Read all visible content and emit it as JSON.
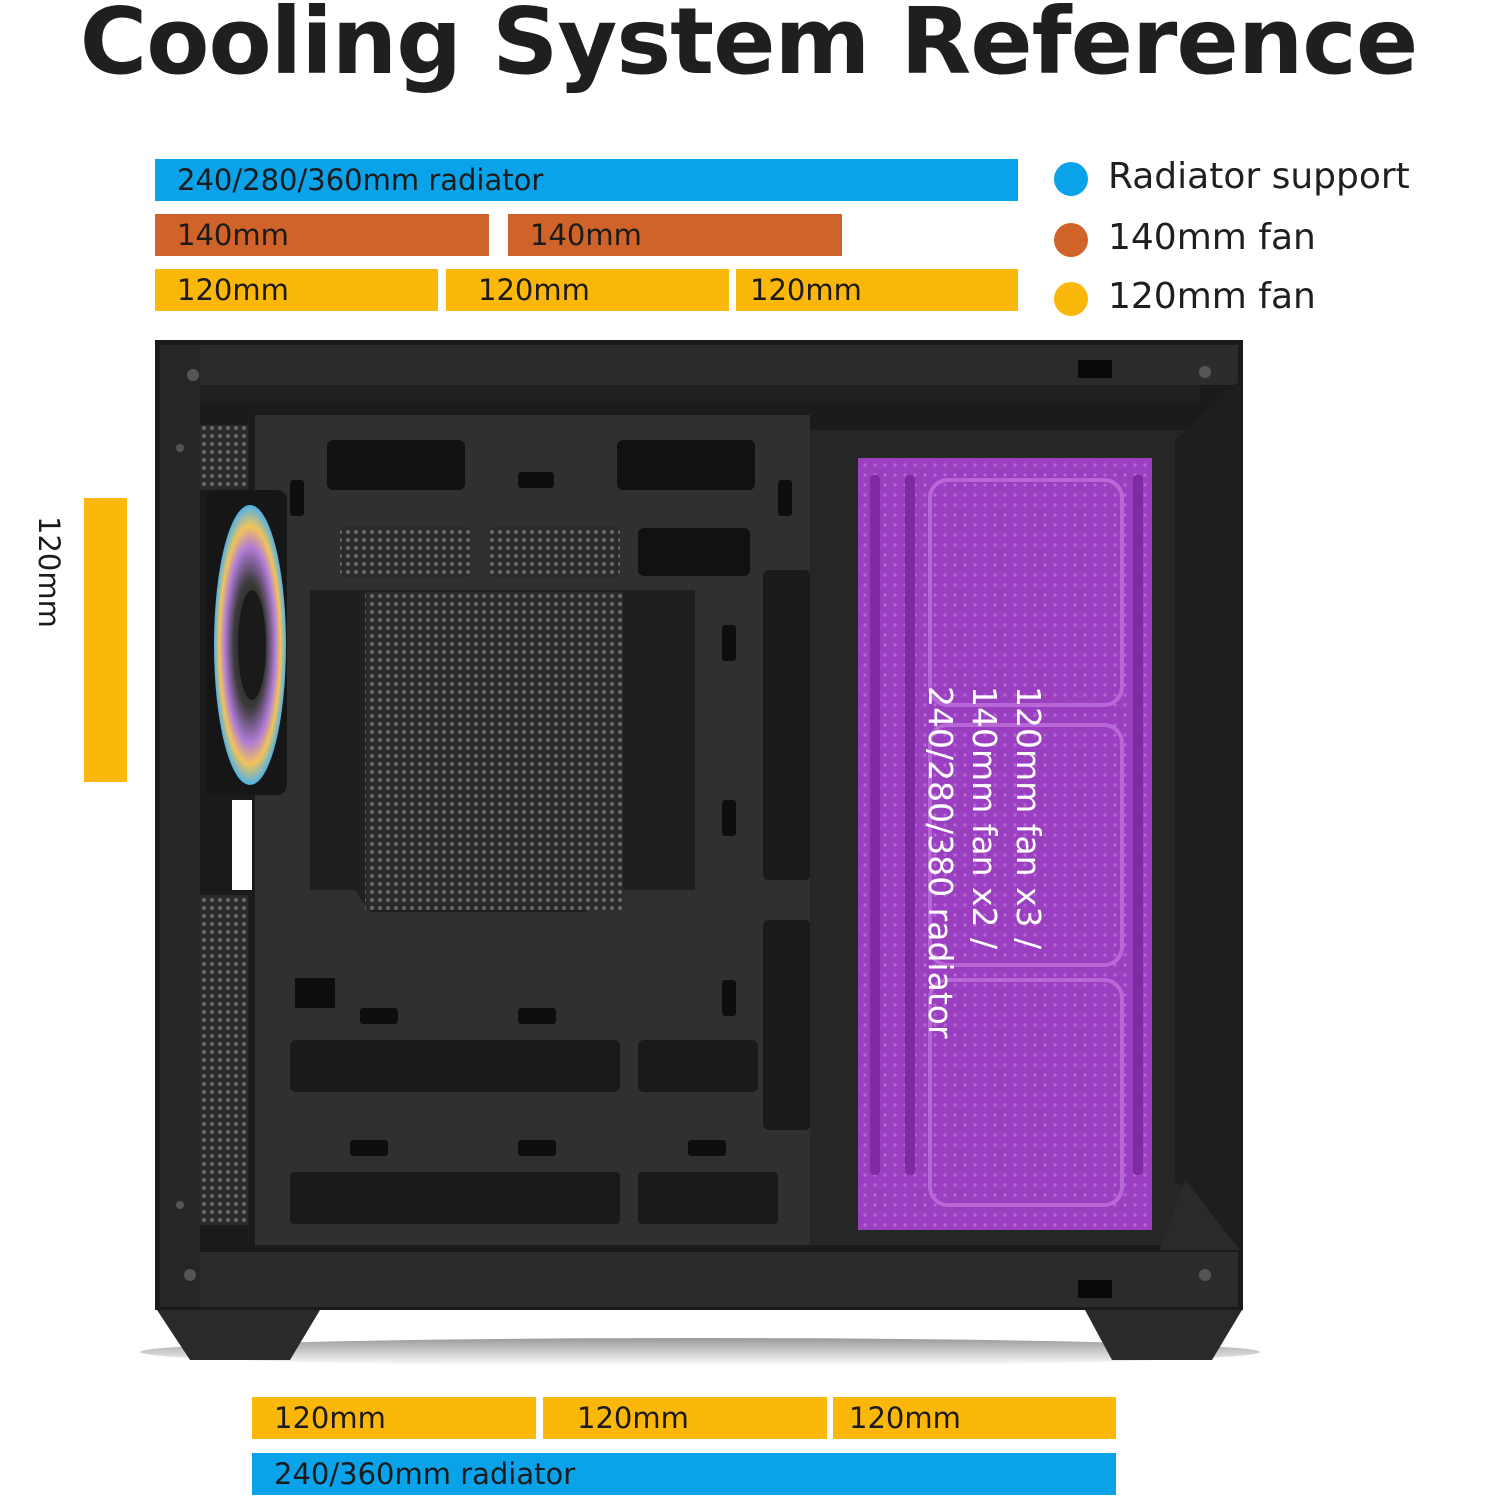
{
  "title": "Cooling System Reference",
  "colors": {
    "radiator": "#0aa2e8",
    "fan140": "#d0632a",
    "fan120": "#fbb70a",
    "rear_zone": "#9b3fc1"
  },
  "legend": [
    {
      "label": "Radiator support",
      "color": "#0aa2e8"
    },
    {
      "label": "140mm fan",
      "color": "#d0632a"
    },
    {
      "label": "120mm fan",
      "color": "#fbb70a"
    }
  ],
  "top": {
    "radiator": "240/280/360mm radiator",
    "fans140": [
      "140mm",
      "140mm"
    ],
    "fans120": [
      "120mm",
      "120mm",
      "120mm"
    ]
  },
  "rear": {
    "fan": "120mm"
  },
  "side_panel": {
    "lines": [
      "120mm fan x3 /",
      "140mm fan x2 /",
      "240/280/380 radiator"
    ]
  },
  "bottom": {
    "fans120": [
      "120mm",
      "120mm",
      "120mm"
    ],
    "radiator": "240/360mm radiator"
  }
}
